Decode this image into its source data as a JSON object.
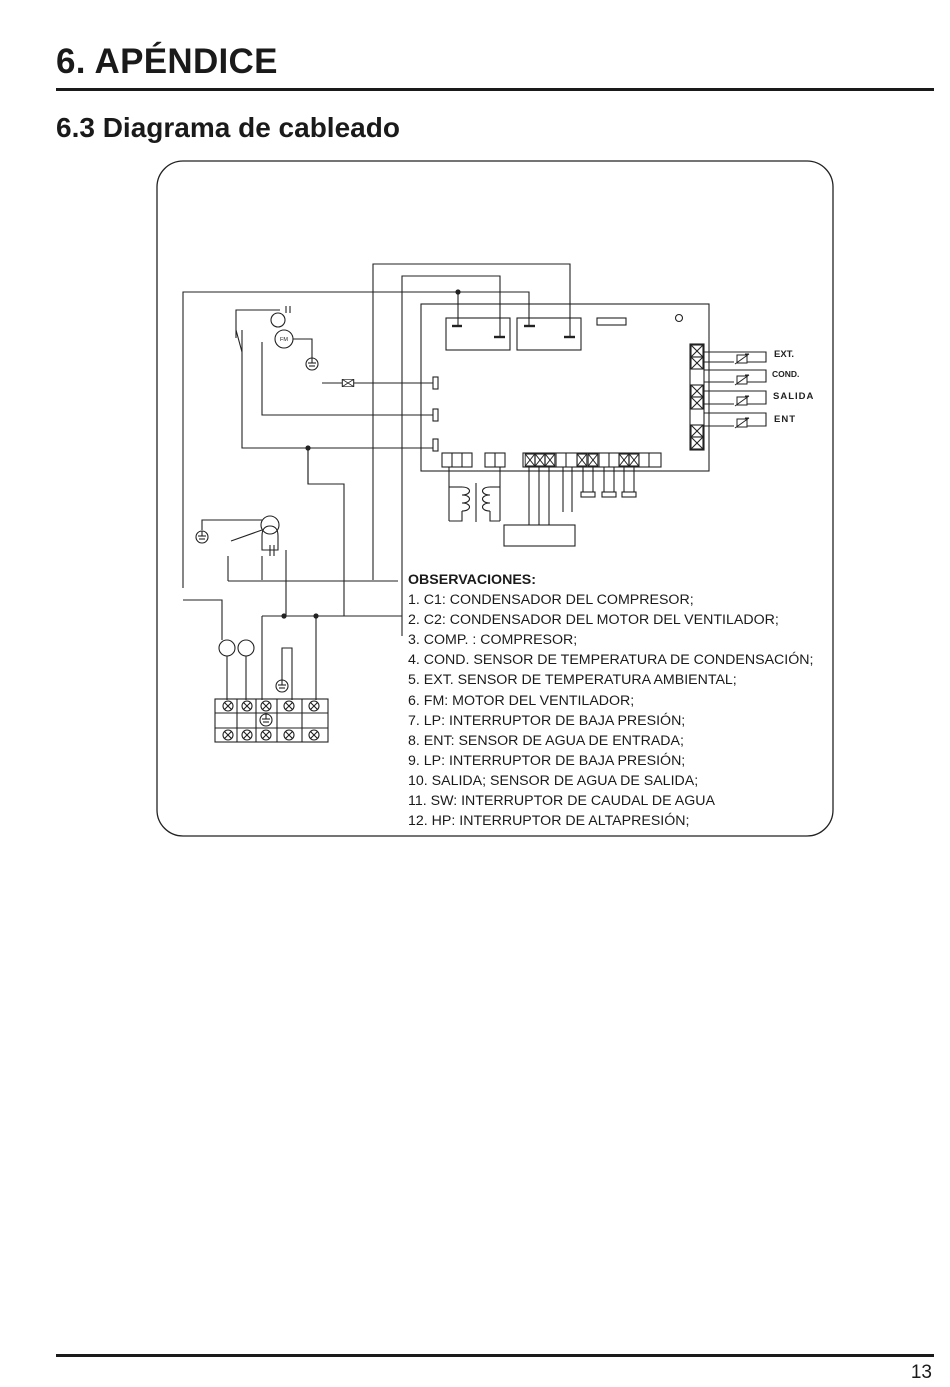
{
  "header": {
    "chapter_title": "6. APÉNDICE",
    "section_title": "6.3 Diagrama de cableado"
  },
  "diagram": {
    "motor_label": "FM",
    "sensor_labels": {
      "ext": "EXT.",
      "cond": "COND.",
      "salida": "SALIDA",
      "ent": "ENT"
    },
    "observations_title": "OBSERVACIONES:",
    "observations": [
      "1. C1: CONDENSADOR DEL COMPRESOR;",
      "2. C2: CONDENSADOR DEL MOTOR DEL VENTILADOR;",
      "3. COMP. : COMPRESOR;",
      "4. COND. SENSOR DE TEMPERATURA DE CONDENSACIÓN;",
      "5. EXT. SENSOR DE TEMPERATURA AMBIENTAL;",
      "6. FM: MOTOR DEL VENTILADOR;",
      "7. LP: INTERRUPTOR DE BAJA PRESIÓN;",
      "8. ENT: SENSOR DE AGUA DE ENTRADA;",
      "9. LP: INTERRUPTOR DE BAJA PRESIÓN;",
      "10. SALIDA; SENSOR DE AGUA DE SALIDA;",
      "11. SW: INTERRUPTOR DE CAUDAL DE AGUA",
      "12. HP: INTERRUPTOR DE ALTAPRESIÓN;"
    ]
  },
  "footer": {
    "page_number": "13"
  }
}
